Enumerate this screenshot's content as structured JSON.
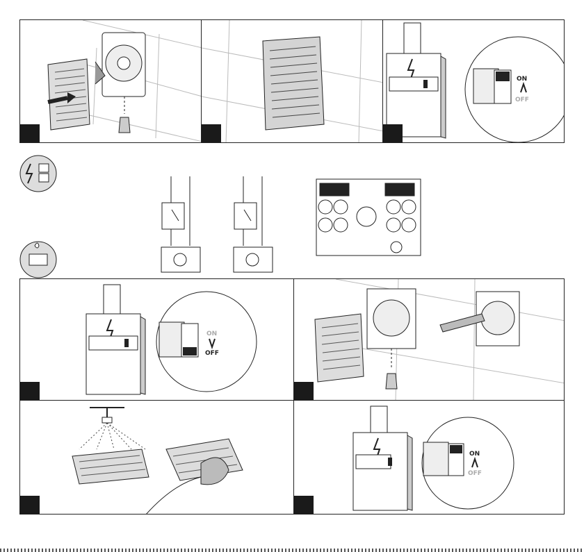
{
  "switch_panels": {
    "panel3": {
      "on": "ON",
      "off": "OFF",
      "state": "on"
    },
    "panel4": {
      "on": "ON",
      "off": "OFF",
      "state": "off"
    },
    "panel8": {
      "on": "ON",
      "off": "OFF",
      "state": "on"
    }
  },
  "icons": [
    "lightning-icon",
    "wiring-symbol-icon",
    "cleaning-sponge-icon",
    "brush-icon",
    "screwdriver-icon"
  ],
  "colors": {
    "line": "#222222",
    "badge": "#1a1a1a",
    "grille": "#c9c9c9",
    "shade": "#cfcfcf"
  }
}
